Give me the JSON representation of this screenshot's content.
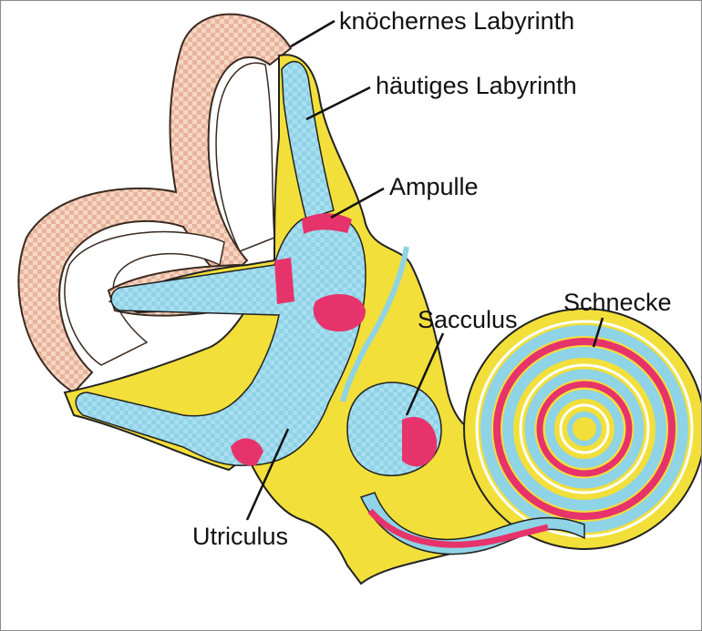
{
  "labels": {
    "bony_labyrinth": "knöchernes Labyrinth",
    "membranous_labyrinth": "häutiges Labyrinth",
    "ampulla": "Ampulle",
    "sacculus": "Sacculus",
    "cochlea": "Schnecke",
    "utriculus": "Utriculus"
  },
  "colors": {
    "bone": "#e6b29a",
    "perilymph": "#f2df3a",
    "endolymph": "#8fd3e6",
    "sensory": "#e6336b",
    "outline": "#222222"
  }
}
